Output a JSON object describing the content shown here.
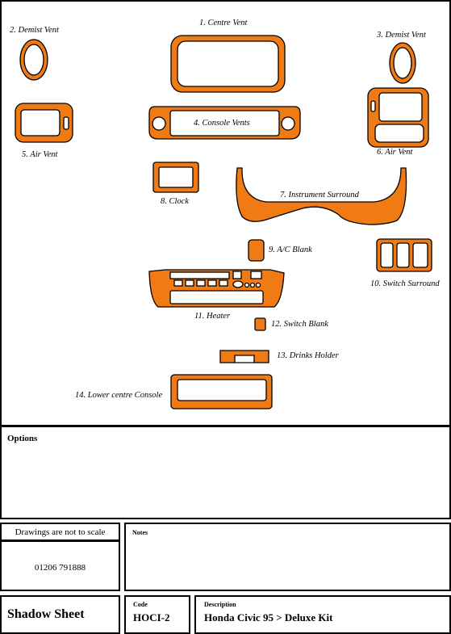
{
  "colors": {
    "part_fill": "#f07a14",
    "outline": "#000000",
    "background": "#ffffff"
  },
  "parts": [
    {
      "label": "1. Centre Vent"
    },
    {
      "label": "2. Demist Vent"
    },
    {
      "label": "3. Demist Vent"
    },
    {
      "label": "4. Console Vents"
    },
    {
      "label": "5. Air Vent"
    },
    {
      "label": "6. Air Vent"
    },
    {
      "label": "7. Instrument Surround"
    },
    {
      "label": "8. Clock"
    },
    {
      "label": "9. A/C Blank"
    },
    {
      "label": "10. Switch Surround"
    },
    {
      "label": "11. Heater"
    },
    {
      "label": "12. Switch Blank"
    },
    {
      "label": "13. Drinks Holder"
    },
    {
      "label": "14. Lower centre Console"
    }
  ],
  "options": {
    "title": "Options"
  },
  "scale_note": "Drawings are not to scale",
  "phone": "01206 791888",
  "notes": {
    "title": "Notes"
  },
  "footer": {
    "sheet_title": "Shadow Sheet",
    "code_label": "Code",
    "code_value": "HOCI-2",
    "description_label": "Description",
    "description_value": "Honda Civic 95 > Deluxe Kit"
  }
}
